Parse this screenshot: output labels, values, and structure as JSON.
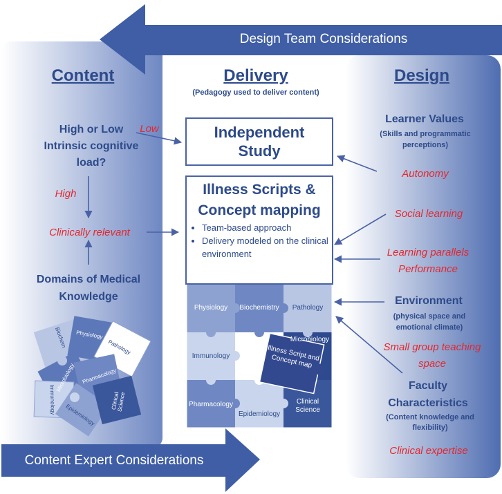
{
  "top_arrow": {
    "label": "Design Team Considerations",
    "color": "#3f5ea6"
  },
  "bottom_arrow": {
    "label": "Content Expert Considerations",
    "color": "#3f5ea6"
  },
  "content": {
    "title": "Content",
    "question": "High or Low Intrinsic cognitive load?",
    "high": "High",
    "low": "Low",
    "clinically_relevant": "Clinically relevant",
    "domains": "Domains of Medical Knowledge",
    "puzzle_pieces": [
      "Physiology",
      "Biochem",
      "Pathology",
      "Microbiology",
      "Pharmacology",
      "Immunology",
      "Epidemiology",
      "Clinical Science"
    ]
  },
  "delivery": {
    "title": "Delivery",
    "subtitle": "(Pedagogy used to deliver content)",
    "independent_study": "Independent Study",
    "illness_scripts": "Illness Scripts & Concept mapping",
    "bullets": [
      "Team-based approach",
      "Delivery modeled on the clinical environment"
    ],
    "grid": {
      "physiology": "Physiology",
      "biochemistry": "Biochemistry",
      "pathology": "Pathology",
      "microbiology": "Microbiology",
      "immunology": "Immunology",
      "pharmacology": "Pharmacology",
      "epidemiology": "Epidemiology",
      "clinical_science": "Clinical Science",
      "center_piece": "Illness Script and Concept map"
    }
  },
  "design": {
    "title": "Design",
    "learner_values": "Learner Values",
    "learner_values_sub": "(Skills and programmatic perceptions)",
    "autonomy": "Autonomy",
    "social_learning": "Social learning",
    "learning_parallels": "Learning parallels Performance",
    "environment": "Environment",
    "environment_sub": "(physical space and emotional climate)",
    "small_group": "Small group teaching space",
    "faculty": "Faculty Characteristics",
    "faculty_sub": "(Content knowledge and flexibility)",
    "clinical_expertise": "Clinical expertise"
  },
  "colors": {
    "navy": "#2d4a8a",
    "red": "#e2282f",
    "band": "#5d78b8",
    "box_border": "#4a62a5"
  }
}
